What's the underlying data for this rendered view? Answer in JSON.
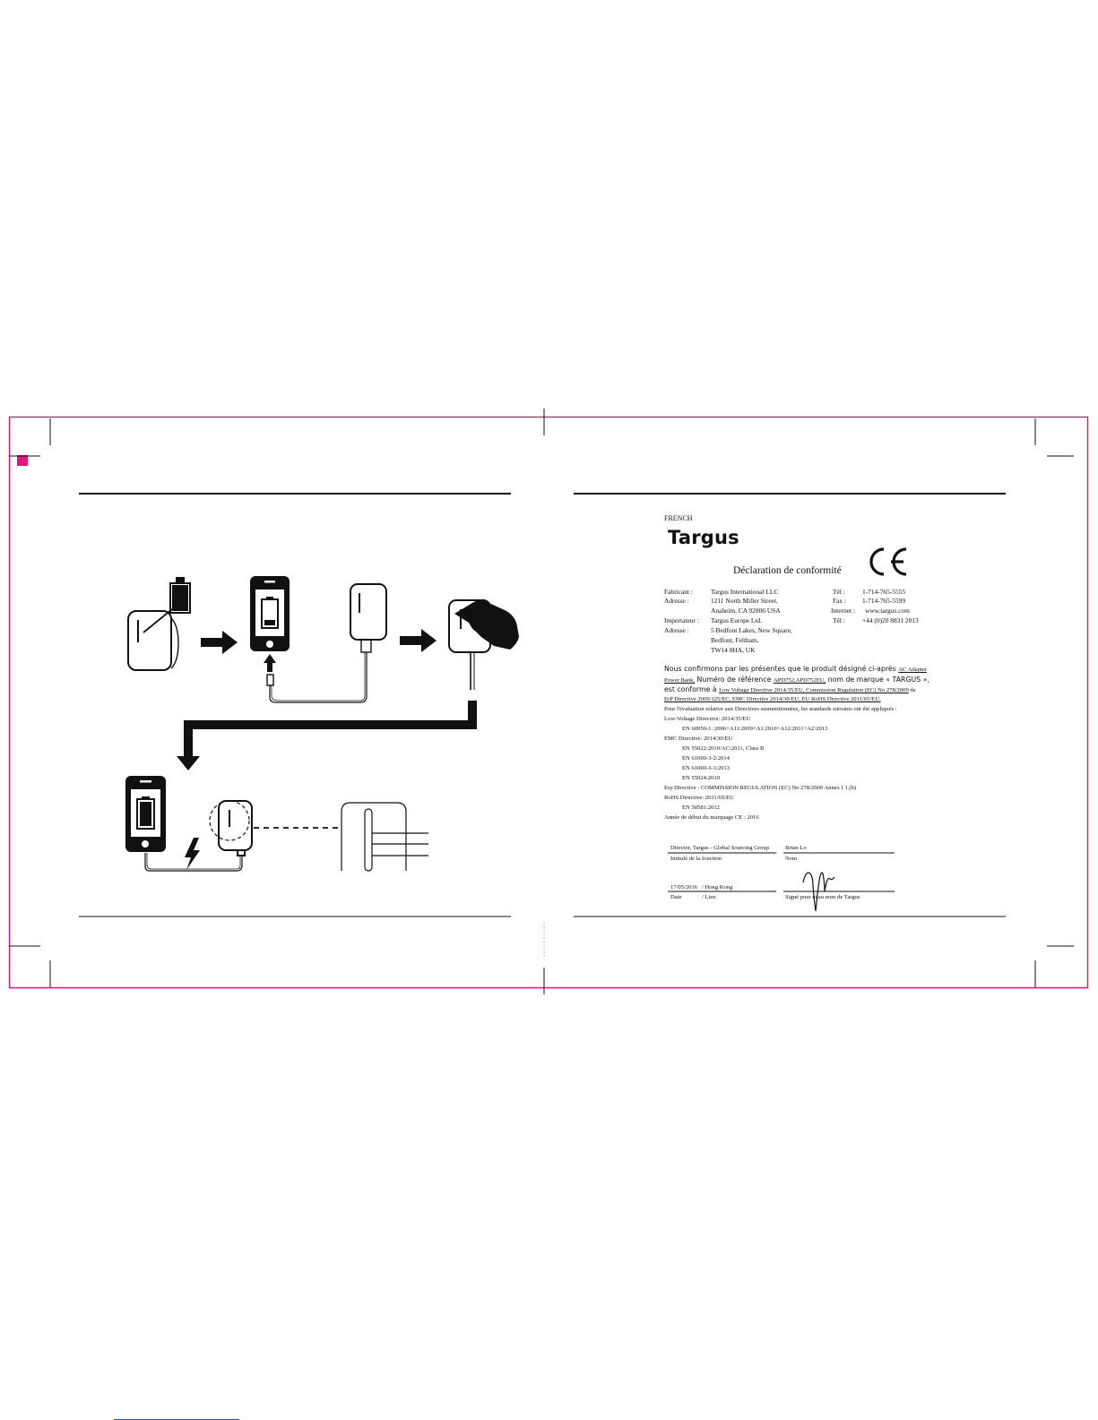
{
  "colors": {
    "trim": "#e3157a",
    "ink": "#111111",
    "link": "#2a4bd7"
  },
  "icons": [
    "adapter-icon",
    "battery-icon",
    "phone-icon",
    "hand-icon",
    "usb-plug-icon",
    "lightning-icon",
    "arrow-right-icon",
    "arrow-down-icon",
    "wall-socket-icon",
    "ce-mark-icon",
    "signature-icon"
  ],
  "declaration": {
    "language": "FRENCH",
    "brand": "Targus",
    "title": "Déclaration de conformité",
    "ce_mark": "CE",
    "manufacturer_label": "Fabricant :",
    "manufacturer": "Targus International LLC",
    "address_label": "Adresse :",
    "address_lines": [
      "1211 North Miller Street,",
      "Anaheim, CA 92806 USA"
    ],
    "importer_label": "Importateur :",
    "importer": "Targus Europe Ltd.",
    "importer_address_label": "Adresse :",
    "importer_address_lines": [
      "5 Bedfont Lakes, New Square,",
      "Bedfont, Feltham,",
      "TW14 8HA, UK"
    ],
    "contact": {
      "tel_label": "Tél :",
      "tel": "1-714-765-5555",
      "fax_label": "Fax :",
      "fax": "1-714-765-5599",
      "internet_label": "Internet :",
      "internet": "www.targus.com",
      "tel2_label": "Tél :",
      "tel2": "+44 (0)20 8831 2013"
    },
    "statement_1a": "Nous confirmons par les présentes que le produit désigné ci-après ",
    "statement_1b": "AC Adapter",
    "statement_2a": "Power Bank,",
    "statement_2b": " Numéro de référence ",
    "statement_2c": "APD752,APD752EU,",
    "statement_2d": " nom de marque « TARGUS »,",
    "statement_3a": "est conforme à ",
    "statement_3b": "Low Voltage Directive 2014/35/EU, Commission Regulation (EC) No 278/2009",
    "statement_3c": " de",
    "statement_4": "ErP Directive 2009/125/EC, EMC Directive 2014/30/EU, EU RoHS Directive 2011/65/EU.",
    "statement_5": "Pour l'évaluation relative aux Directives susmentionnées, les standards suivants ont été appliqués :",
    "lvd": "Low-Voltage Directive: 2014/35/EU",
    "lvd_std": "EN 60950-1: 2006+A11:2009+A1:2010+A12:2011+A2:2013",
    "emc": "EMC Directive: 2014/30/EU",
    "emc_stds": [
      "EN 55022:2010/AC:2011, Class B",
      "EN 61000-3-2:2014",
      "EN 61000-3-3:2013",
      "EN 55024:2010"
    ],
    "erp": "Erp Directive : COMMISSION REGULATION (EC) No 278/2009 Annex I 1.(b)",
    "rohs": "RoHS Directive: 2011/65/EU",
    "rohs_std": "EN 50581:2012",
    "ce_year": "Année de début du marquage CE : 2016",
    "sign": {
      "position": "Director, Targus - Global Sourcing Group",
      "position_label": "Intitulé de la fonction",
      "name": "Brian Lo",
      "name_label": "Nom",
      "date": "17/05/2016",
      "place": "/ Hong Kong",
      "date_label": "Date",
      "place_label": "/ Lieu",
      "signed_label": "Signé pour et au nom de Targus"
    }
  }
}
